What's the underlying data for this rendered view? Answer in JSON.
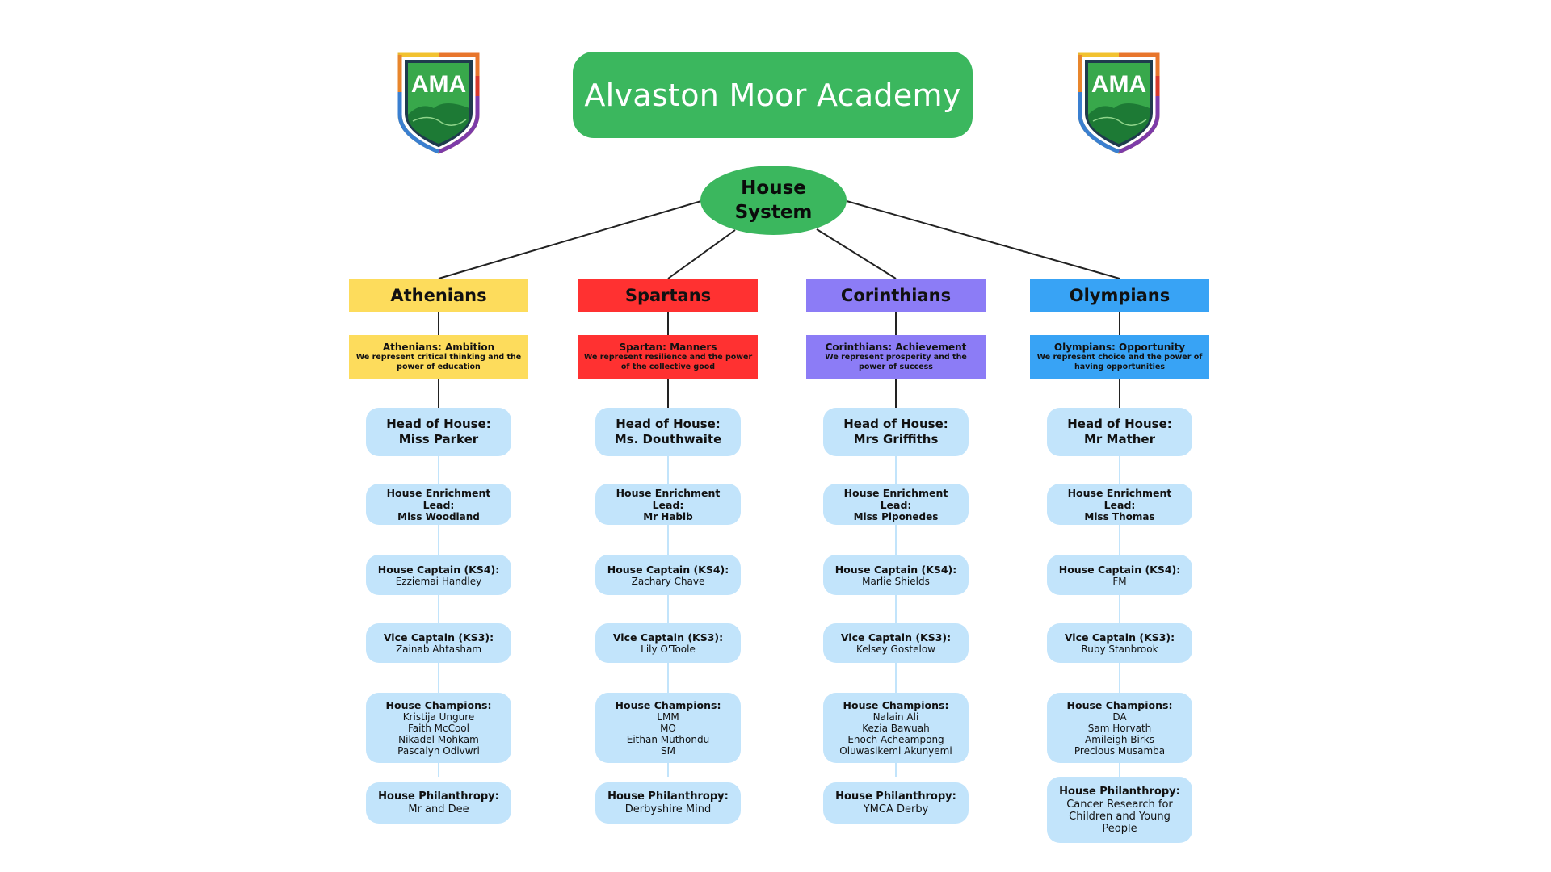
{
  "title": "Alvaston Moor Academy",
  "logo": {
    "text": "AMA",
    "icon": "school-crest-icon"
  },
  "root": {
    "lines": [
      "House",
      "System"
    ]
  },
  "colors": {
    "brand_green": "#3bb75e",
    "card_blue": "#c2e4fb",
    "connector_dark": "#222222",
    "connector_light": "#c2e4fb"
  },
  "houses": [
    {
      "name": "Athenians",
      "color": "#fddc5c",
      "motto_title": "Athenians: Ambition",
      "motto_desc": "We represent critical thinking and the power of education",
      "head_label": "Head of House:",
      "head_value": "Miss Parker",
      "enrichment_label": "House Enrichment Lead:",
      "enrichment_value": "Miss Woodland",
      "captain_label": "House Captain (KS4):",
      "captain_value": "Ezziemai Handley",
      "vice_label": "Vice Captain (KS3):",
      "vice_value": "Zainab Ahtasham",
      "champions_label": "House Champions:",
      "champions": [
        "Kristija Ungure",
        "Faith McCool",
        "Nikadel Mohkam",
        "Pascalyn Odivwri"
      ],
      "philanthropy_label": "House Philanthropy:",
      "philanthropy_value": "Mr and Dee"
    },
    {
      "name": "Spartans",
      "color": "#ff3131",
      "motto_title": "Spartan: Manners",
      "motto_desc": "We represent resilience and the power of the collective good",
      "head_label": "Head of House:",
      "head_value": "Ms. Douthwaite",
      "enrichment_label": "House Enrichment Lead:",
      "enrichment_value": "Mr Habib",
      "captain_label": "House Captain (KS4):",
      "captain_value": "Zachary Chave",
      "vice_label": "Vice Captain (KS3):",
      "vice_value": "Lily O'Toole",
      "champions_label": "House Champions:",
      "champions": [
        "LMM",
        "MO",
        "Eithan Muthondu",
        "SM"
      ],
      "philanthropy_label": "House Philanthropy:",
      "philanthropy_value": "Derbyshire Mind"
    },
    {
      "name": "Corinthians",
      "color": "#8c7cf6",
      "motto_title": "Corinthians: Achievement",
      "motto_desc": "We represent prosperity and the power of success",
      "head_label": "Head of House:",
      "head_value": "Mrs Griffiths",
      "enrichment_label": "House Enrichment Lead:",
      "enrichment_value": "Miss Piponedes",
      "captain_label": "House Captain (KS4):",
      "captain_value": "Marlie Shields",
      "vice_label": "Vice Captain (KS3):",
      "vice_value": "Kelsey Gostelow",
      "champions_label": "House Champions:",
      "champions": [
        "Nalain Ali",
        "Kezia Bawuah",
        "Enoch Acheampong",
        "Oluwasikemi Akunyemi"
      ],
      "philanthropy_label": "House Philanthropy:",
      "philanthropy_value": "YMCA Derby"
    },
    {
      "name": "Olympians",
      "color": "#38a3f5",
      "motto_title": "Olympians: Opportunity",
      "motto_desc": "We represent choice and the power of having opportunities",
      "head_label": "Head of House:",
      "head_value": "Mr Mather",
      "enrichment_label": "House Enrichment Lead:",
      "enrichment_value": "Miss Thomas",
      "captain_label": "House Captain (KS4):",
      "captain_value": "FM",
      "vice_label": "Vice Captain (KS3):",
      "vice_value": "Ruby Stanbrook",
      "champions_label": "House Champions:",
      "champions": [
        "DA",
        "Sam Horvath",
        "Amileigh Birks",
        "Precious Musamba"
      ],
      "philanthropy_label": "House Philanthropy:",
      "philanthropy_value": "Cancer Research for Children and Young People"
    }
  ]
}
